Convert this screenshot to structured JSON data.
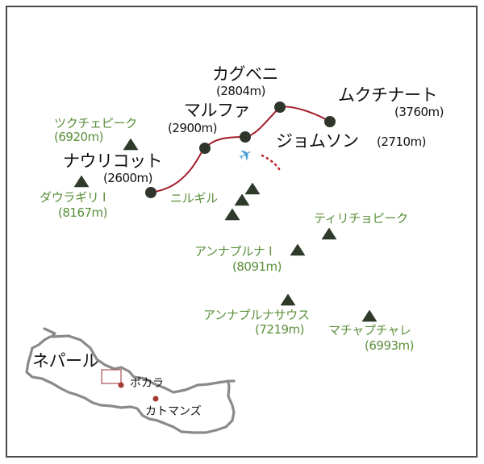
{
  "colors": {
    "route": "#a31d2a",
    "route_dotted": "#c0202a",
    "node": "#2f352b",
    "peak_marker": "#2f3a2a",
    "peak_text": "#5a8f3a",
    "town_text": "#111111",
    "country_outline": "#8a8a8a",
    "city_dot": "#a33b32",
    "inset_box": "#b05a66",
    "frame": "#4a4a4a"
  },
  "towns": [
    {
      "name": "ナウリコット",
      "elevation": "(2600m)"
    },
    {
      "name": "マルファ",
      "elevation": "(2900m)"
    },
    {
      "name": "カグベニ",
      "elevation": "(2804m)"
    },
    {
      "name": "ムクチナート",
      "elevation": "(3760m)"
    },
    {
      "name": "ジョムソン",
      "elevation": "(2710m)"
    }
  ],
  "peaks": [
    {
      "name": "ツクチェピーク",
      "elevation": "(6920m)"
    },
    {
      "name": "ダウラギリ I",
      "elevation": "(8167m)"
    },
    {
      "name": "ニルギル",
      "elevation": ""
    },
    {
      "name": "ティリチョピーク",
      "elevation": ""
    },
    {
      "name": "アンナプルナ I",
      "elevation": "(8091m)"
    },
    {
      "name": "アンナプルナサウス",
      "elevation": "(7219m)"
    },
    {
      "name": "マチャプチャレ",
      "elevation": "(6993m)"
    }
  ],
  "inset": {
    "country": "ネパール",
    "cities": [
      "ポカラ",
      "カトマンズ"
    ]
  },
  "icons": {
    "airport": "✈"
  }
}
